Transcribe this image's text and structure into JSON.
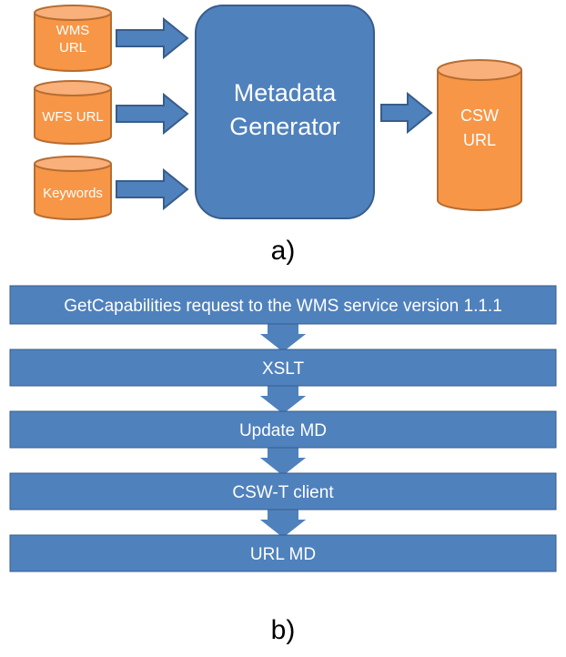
{
  "part_a": {
    "inputs": [
      {
        "line1": "WMS",
        "line2": "URL"
      },
      {
        "line1": "WFS URL",
        "line2": ""
      },
      {
        "line1": "Keywords",
        "line2": ""
      }
    ],
    "generator": {
      "line1": "Metadata",
      "line2": "Generator"
    },
    "output": {
      "line1": "CSW",
      "line2": "URL"
    },
    "caption": "a)"
  },
  "part_b": {
    "steps": [
      "GetCapabilities request to the WMS service version 1.1.1",
      "XSLT",
      "Update MD",
      "CSW-T client",
      "URL MD"
    ],
    "caption": "b)"
  },
  "colors": {
    "orange_fill": "#F79646",
    "orange_stroke": "#B66D31",
    "blue_fill": "#4F81BD",
    "blue_stroke": "#385D8A",
    "white": "#FFFFFF"
  }
}
